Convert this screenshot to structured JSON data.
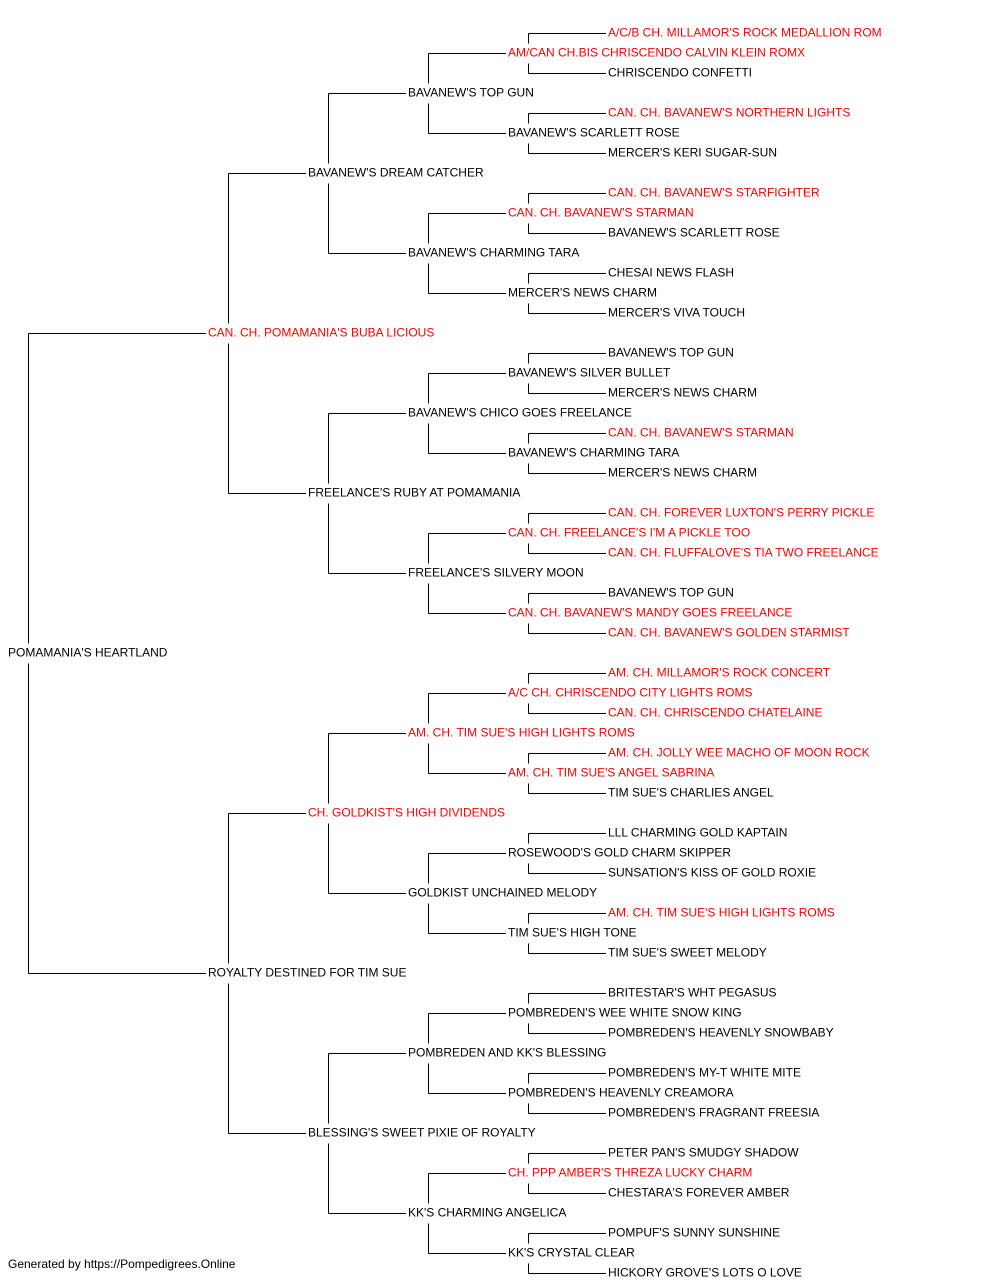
{
  "colors": {
    "champion": "#ff0000",
    "normal": "#000000",
    "line": "#000000"
  },
  "pedigree": {
    "name": "POMAMANIA'S HEARTLAND",
    "ch": false,
    "sire": {
      "name": "CAN. CH. POMAMANIA'S BUBA LICIOUS",
      "ch": true,
      "sire": {
        "name": "BAVANEW'S DREAM CATCHER",
        "ch": false,
        "sire": {
          "name": "BAVANEW'S TOP GUN",
          "ch": false,
          "sire": {
            "name": "AM/CAN CH.BIS CHRISCENDO CALVIN KLEIN ROMX",
            "ch": true,
            "sire": {
              "name": "A/C/B CH. MILLAMOR'S ROCK MEDALLION ROM",
              "ch": true
            },
            "dam": {
              "name": "CHRISCENDO CONFETTI",
              "ch": false
            }
          },
          "dam": {
            "name": "BAVANEW'S SCARLETT ROSE",
            "ch": false,
            "sire": {
              "name": "CAN. CH. BAVANEW'S NORTHERN LIGHTS",
              "ch": true
            },
            "dam": {
              "name": "MERCER'S KERI SUGAR-SUN",
              "ch": false
            }
          }
        },
        "dam": {
          "name": "BAVANEW'S CHARMING TARA",
          "ch": false,
          "sire": {
            "name": "CAN. CH. BAVANEW'S STARMAN",
            "ch": true,
            "sire": {
              "name": "CAN. CH. BAVANEW'S STARFIGHTER",
              "ch": true
            },
            "dam": {
              "name": "BAVANEW'S SCARLETT ROSE",
              "ch": false
            }
          },
          "dam": {
            "name": "MERCER'S NEWS CHARM",
            "ch": false,
            "sire": {
              "name": "CHESAI NEWS FLASH",
              "ch": false
            },
            "dam": {
              "name": "MERCER'S VIVA TOUCH",
              "ch": false
            }
          }
        }
      },
      "dam": {
        "name": "FREELANCE'S RUBY AT POMAMANIA",
        "ch": false,
        "sire": {
          "name": "BAVANEW'S CHICO GOES FREELANCE",
          "ch": false,
          "sire": {
            "name": "BAVANEW'S SILVER BULLET",
            "ch": false,
            "sire": {
              "name": "BAVANEW'S TOP GUN",
              "ch": false
            },
            "dam": {
              "name": "MERCER'S NEWS CHARM",
              "ch": false
            }
          },
          "dam": {
            "name": "BAVANEW'S CHARMING TARA",
            "ch": false,
            "sire": {
              "name": "CAN. CH. BAVANEW'S STARMAN",
              "ch": true
            },
            "dam": {
              "name": "MERCER'S NEWS CHARM",
              "ch": false
            }
          }
        },
        "dam": {
          "name": "FREELANCE'S SILVERY MOON",
          "ch": false,
          "sire": {
            "name": "CAN. CH. FREELANCE'S I'M A PICKLE TOO",
            "ch": true,
            "sire": {
              "name": "CAN. CH. FOREVER LUXTON'S PERRY PICKLE",
              "ch": true
            },
            "dam": {
              "name": "CAN. CH. FLUFFALOVE'S TIA TWO FREELANCE",
              "ch": true
            }
          },
          "dam": {
            "name": "CAN. CH. BAVANEW'S MANDY GOES FREELANCE",
            "ch": true,
            "sire": {
              "name": "BAVANEW'S TOP GUN",
              "ch": false
            },
            "dam": {
              "name": "CAN. CH. BAVANEW'S GOLDEN STARMIST",
              "ch": true
            }
          }
        }
      }
    },
    "dam": {
      "name": "ROYALTY DESTINED FOR TIM SUE",
      "ch": false,
      "sire": {
        "name": "CH. GOLDKIST'S HIGH DIVIDENDS",
        "ch": true,
        "sire": {
          "name": "AM. CH. TIM SUE'S HIGH LIGHTS ROMS",
          "ch": true,
          "sire": {
            "name": "A/C CH. CHRISCENDO CITY LIGHTS ROMS",
            "ch": true,
            "sire": {
              "name": "AM. CH. MILLAMOR'S ROCK CONCERT",
              "ch": true
            },
            "dam": {
              "name": "CAN. CH. CHRISCENDO CHATELAINE",
              "ch": true
            }
          },
          "dam": {
            "name": "AM. CH. TIM SUE'S ANGEL SABRINA",
            "ch": true,
            "sire": {
              "name": "AM. CH. JOLLY WEE MACHO OF MOON ROCK",
              "ch": true
            },
            "dam": {
              "name": "TIM SUE'S CHARLIES ANGEL",
              "ch": false
            }
          }
        },
        "dam": {
          "name": "GOLDKIST UNCHAINED MELODY",
          "ch": false,
          "sire": {
            "name": "ROSEWOOD'S GOLD CHARM SKIPPER",
            "ch": false,
            "sire": {
              "name": "LLL CHARMING GOLD KAPTAIN",
              "ch": false
            },
            "dam": {
              "name": "SUNSATION'S KISS OF GOLD ROXIE",
              "ch": false
            }
          },
          "dam": {
            "name": "TIM SUE'S HIGH TONE",
            "ch": false,
            "sire": {
              "name": "AM. CH. TIM SUE'S HIGH LIGHTS ROMS",
              "ch": true
            },
            "dam": {
              "name": "TIM SUE'S SWEET MELODY",
              "ch": false
            }
          }
        }
      },
      "dam": {
        "name": "BLESSING'S SWEET PIXIE OF ROYALTY",
        "ch": false,
        "sire": {
          "name": "POMBREDEN AND KK'S BLESSING",
          "ch": false,
          "sire": {
            "name": "POMBREDEN'S WEE WHITE SNOW KING",
            "ch": false,
            "sire": {
              "name": "BRITESTAR'S WHT PEGASUS",
              "ch": false
            },
            "dam": {
              "name": "POMBREDEN'S HEAVENLY SNOWBABY",
              "ch": false
            }
          },
          "dam": {
            "name": "POMBREDEN'S HEAVENLY CREAMORA",
            "ch": false,
            "sire": {
              "name": "POMBREDEN'S MY-T WHITE MITE",
              "ch": false
            },
            "dam": {
              "name": "POMBREDEN'S FRAGRANT FREESIA",
              "ch": false
            }
          }
        },
        "dam": {
          "name": "KK'S CHARMING ANGELICA",
          "ch": false,
          "sire": {
            "name": "CH. PPP AMBER'S THREZA LUCKY CHARM",
            "ch": true,
            "sire": {
              "name": "PETER PAN'S SMUDGY SHADOW",
              "ch": false
            },
            "dam": {
              "name": "CHESTARA'S FOREVER AMBER",
              "ch": false
            }
          },
          "dam": {
            "name": "KK'S CRYSTAL CLEAR",
            "ch": false,
            "sire": {
              "name": "POMPUF'S SUNNY SUNSHINE",
              "ch": false
            },
            "dam": {
              "name": "HICKORY GROVE'S LOTS O LOVE",
              "ch": false
            }
          }
        }
      }
    }
  },
  "footer": {
    "text": "Generated by https://Pompedigrees.Online"
  }
}
